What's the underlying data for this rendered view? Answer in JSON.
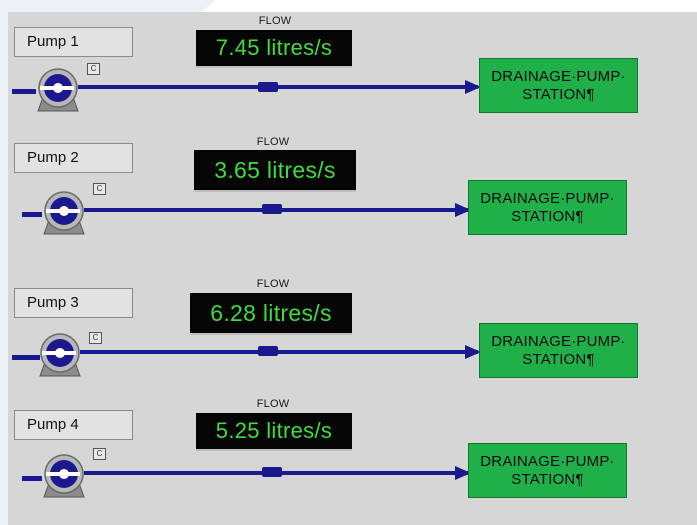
{
  "rows": [
    {
      "pump_label": "Pump 1",
      "flow_caption": "FLOW",
      "flow_value": "7.45 litres/s",
      "mode_badge": "C",
      "station_line1": "DRAINAGE·PUMP·",
      "station_line2": "STATION¶"
    },
    {
      "pump_label": "Pump 2",
      "flow_caption": "FLOW",
      "flow_value": "3.65 litres/s",
      "mode_badge": "C",
      "station_line1": "DRAINAGE·PUMP·",
      "station_line2": "STATION¶"
    },
    {
      "pump_label": "Pump 3",
      "flow_caption": "FLOW",
      "flow_value": "6.28 litres/s",
      "mode_badge": "C",
      "station_line1": "DRAINAGE·PUMP·",
      "station_line2": "STATION¶"
    },
    {
      "pump_label": "Pump 4",
      "flow_caption": "FLOW",
      "flow_value": "5.25 litres/s",
      "mode_badge": "C",
      "station_line1": "DRAINAGE·PUMP·",
      "station_line2": "STATION¶"
    }
  ],
  "colors": {
    "panel_bg": "#d6d6d6",
    "pipe": "#1a1a8e",
    "flow_text": "#3fdc3f",
    "flow_bg": "#050505",
    "station_bg": "#1fb04a"
  },
  "icons": [
    "centrifugal-pump-icon",
    "flow-direction-arrow-icon",
    "pipe-valve-icon"
  ]
}
